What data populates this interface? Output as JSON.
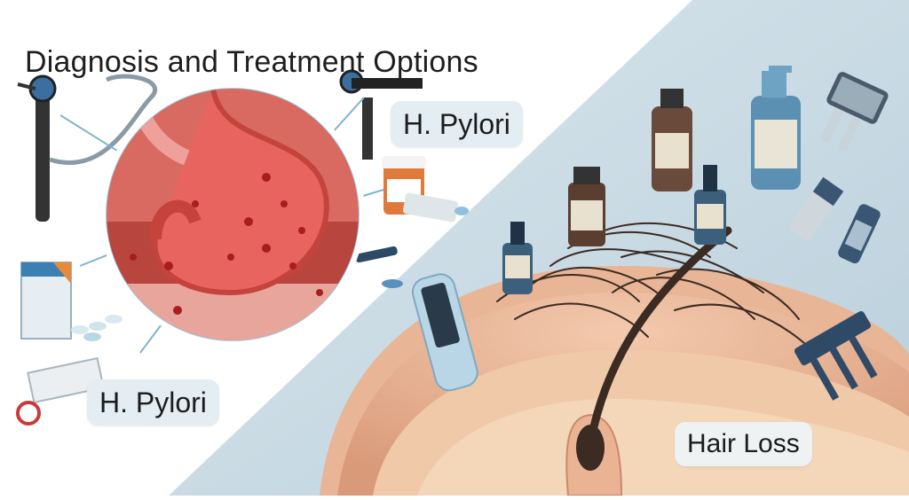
{
  "title": "Diagnosis and Treatment Options",
  "labels": {
    "h_pylori_top": "H. Pylori",
    "h_pylori_bottom": "H. Pylori",
    "hair_loss": "Hair Loss"
  },
  "colors": {
    "left_bg": "#ffffff",
    "right_bg": "#cddde6",
    "stomach": "#e8645e",
    "scalp": "#e9b394",
    "hair": "#3b2b22",
    "label_bg": "#e3edf2"
  }
}
